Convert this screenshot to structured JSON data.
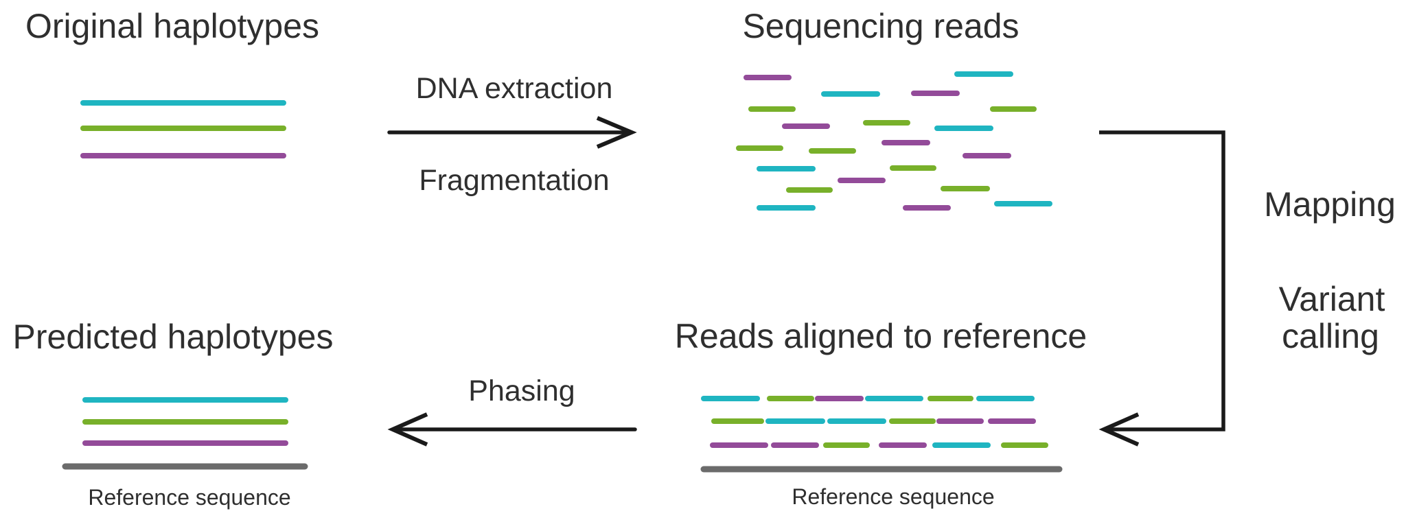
{
  "colors": {
    "haplotype_1": "#1fb5c1",
    "haplotype_2": "#78b02a",
    "haplotype_3": "#934b99",
    "reference": "#6b6b6b",
    "arrow": "#1a1a1a",
    "text": "#2f2f2f"
  },
  "panels": {
    "original": {
      "title": "Original haplotypes",
      "haplotypes": [
        "haplotype_1",
        "haplotype_2",
        "haplotype_3"
      ]
    },
    "reads": {
      "title": "Sequencing reads",
      "read_haplotypes": [
        "haplotype_3",
        "haplotype_1",
        "haplotype_1",
        "haplotype_3",
        "haplotype_2",
        "haplotype_2",
        "haplotype_3",
        "haplotype_2",
        "haplotype_1",
        "haplotype_3",
        "haplotype_2",
        "haplotype_2",
        "haplotype_3",
        "haplotype_1",
        "haplotype_2",
        "haplotype_3",
        "haplotype_2",
        "haplotype_2",
        "haplotype_1",
        "haplotype_3",
        "haplotype_1"
      ]
    },
    "aligned": {
      "title": "Reads aligned to reference",
      "rows": [
        [
          "haplotype_1",
          "haplotype_2",
          "haplotype_3",
          "haplotype_1",
          "haplotype_2",
          "haplotype_1"
        ],
        [
          "haplotype_2",
          "haplotype_1",
          "haplotype_1",
          "haplotype_2",
          "haplotype_3",
          "haplotype_3"
        ],
        [
          "haplotype_3",
          "haplotype_3",
          "haplotype_2",
          "haplotype_3",
          "haplotype_1",
          "haplotype_2"
        ]
      ],
      "reference_label": "Reference sequence"
    },
    "predicted": {
      "title": "Predicted haplotypes",
      "haplotypes": [
        "haplotype_1",
        "haplotype_2",
        "haplotype_3"
      ],
      "reference_label": "Reference sequence"
    }
  },
  "steps": {
    "extraction": {
      "label_top": "DNA extraction",
      "label_bottom": "Fragmentation"
    },
    "mapping": {
      "label_1": "Mapping",
      "label_2_line1": "Variant",
      "label_2_line2": "calling"
    },
    "phasing": {
      "label": "Phasing"
    }
  }
}
